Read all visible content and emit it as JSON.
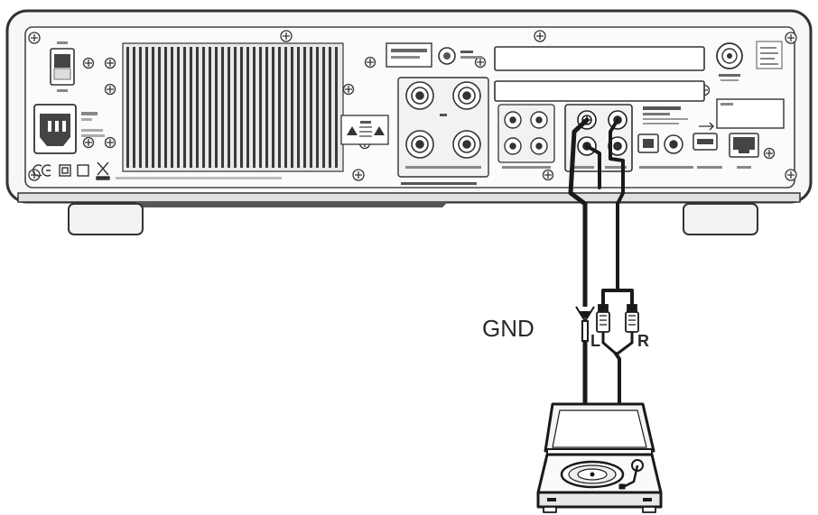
{
  "connection_labels": {
    "ground": "GND",
    "left_channel": "L",
    "right_channel": "R"
  },
  "colors": {
    "outline": "#333333",
    "cable": "#1a1a1a",
    "panel_fill": "#f4f4f4",
    "vent_fill": "#3a3a3a",
    "highlight_fill": "#dcdcdc"
  },
  "icons": {
    "power_switch": "power-switch-icon",
    "ac_inlet": "iec-power-inlet-icon",
    "speaker_terminals": "speaker-binding-post-icon",
    "phono_jack": "rca-jack-icon",
    "ground_terminal": "ground-screw-icon",
    "usb_port": "usb-port-icon",
    "lan_port": "ethernet-port-icon",
    "turntable": "turntable-icon"
  }
}
